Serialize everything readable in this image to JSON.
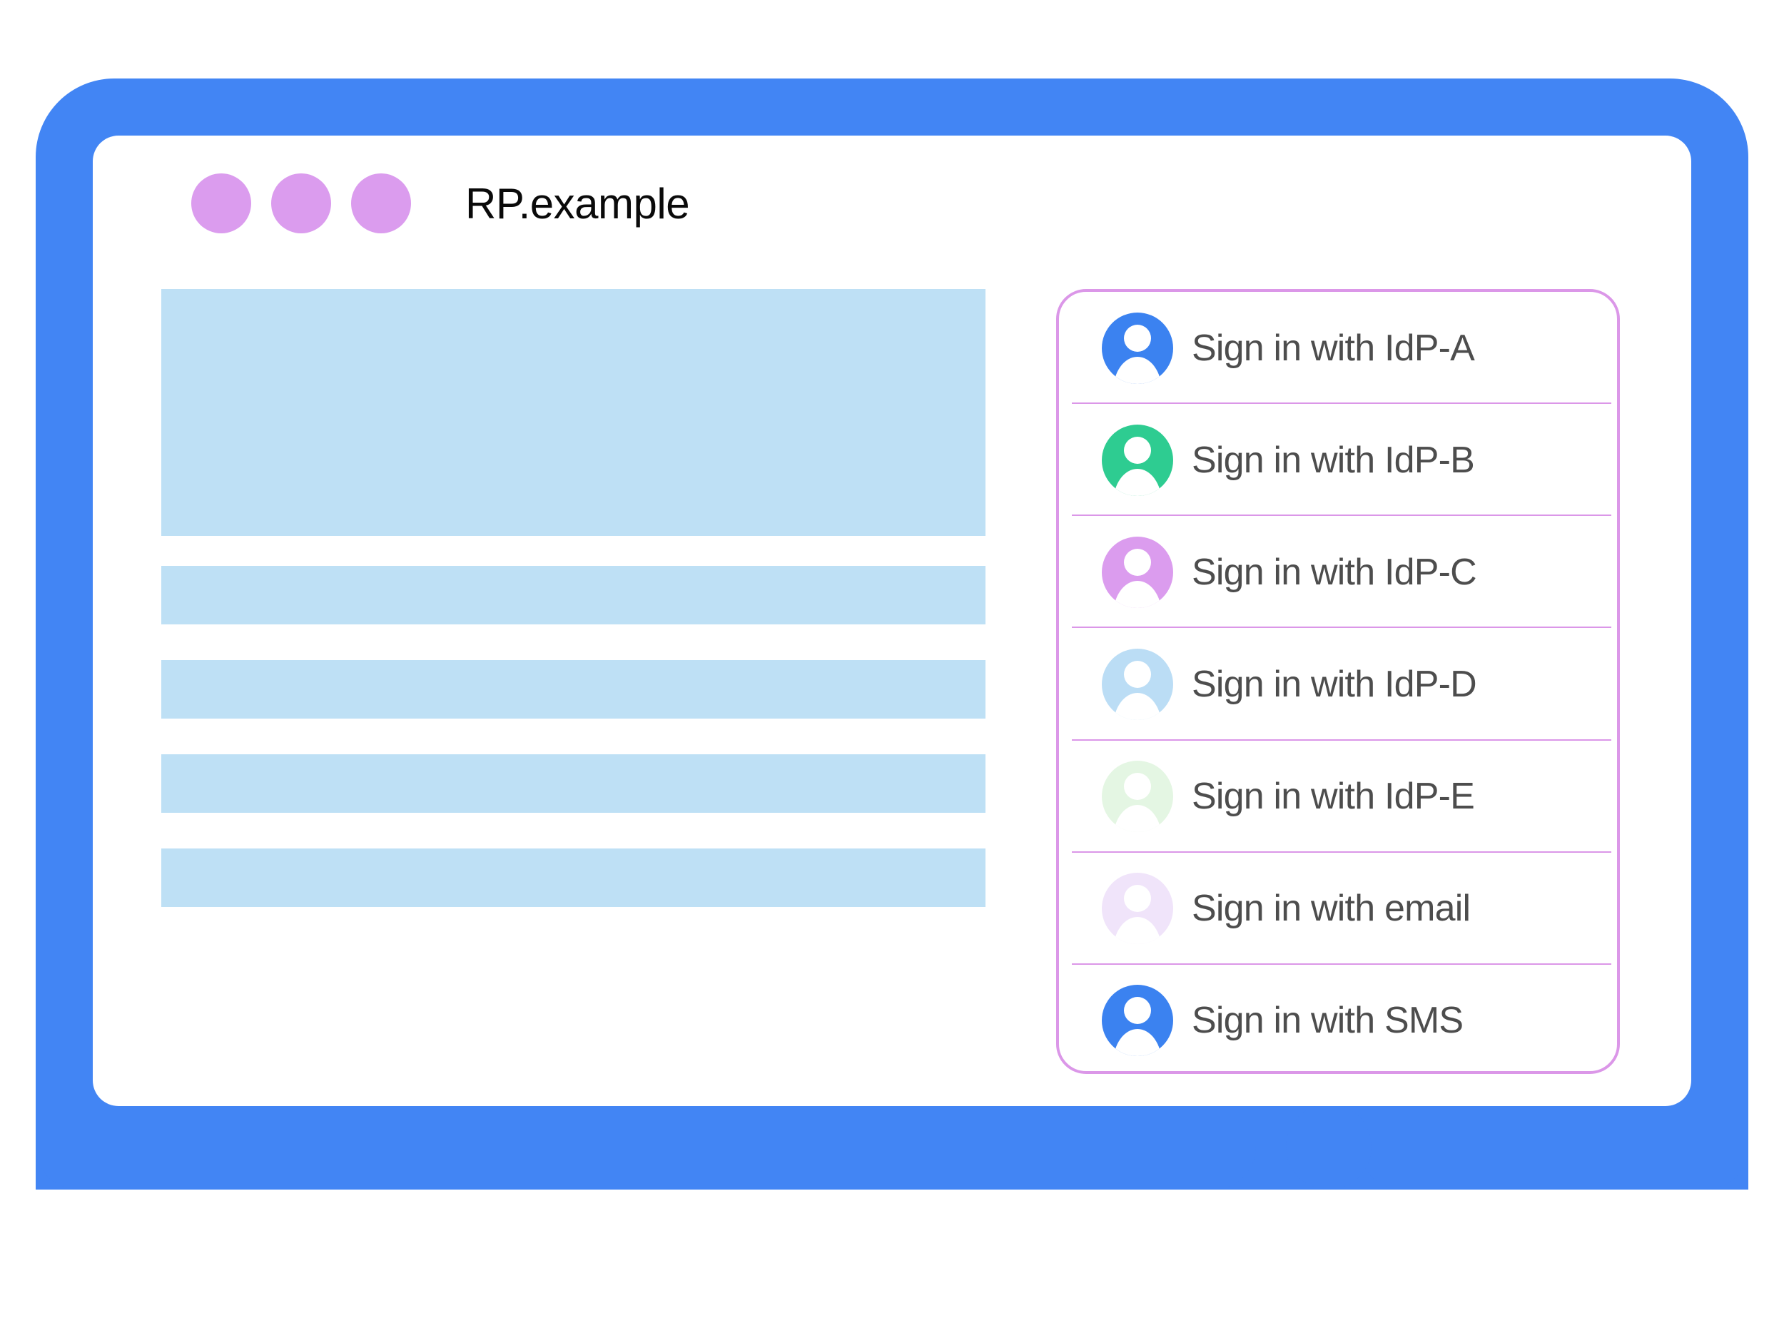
{
  "colors": {
    "brand_blue": "#4285F4",
    "window_dot_purple": "#DB9CEE",
    "card_border_purple": "#DB97E8",
    "placeholder_blue": "#BEE0F5",
    "label_gray": "#4D4D4D"
  },
  "window": {
    "title": "RP.example",
    "dots": [
      {
        "name": "window-dot-1"
      },
      {
        "name": "window-dot-2"
      },
      {
        "name": "window-dot-3"
      }
    ]
  },
  "content": {
    "placeholders": [
      {
        "kind": "hero"
      },
      {
        "kind": "bar"
      },
      {
        "kind": "bar"
      },
      {
        "kind": "bar"
      },
      {
        "kind": "bar"
      }
    ]
  },
  "signin_card": {
    "rows": [
      {
        "label": "Sign in with IdP-A",
        "avatar_color": "#3B82F0",
        "icon": "person-avatar-icon"
      },
      {
        "label": "Sign in with IdP-B",
        "avatar_color": "#2ECC91",
        "icon": "person-avatar-icon"
      },
      {
        "label": "Sign in with IdP-C",
        "avatar_color": "#DB9CEE",
        "icon": "person-avatar-icon"
      },
      {
        "label": "Sign in with IdP-D",
        "avatar_color": "#BBDDF5",
        "icon": "person-avatar-icon"
      },
      {
        "label": "Sign in with IdP-E",
        "avatar_color": "#E4F6E3",
        "icon": "person-avatar-icon"
      },
      {
        "label": "Sign in with email",
        "avatar_color": "#F0E4FA",
        "icon": "person-avatar-icon"
      },
      {
        "label": "Sign in with SMS",
        "avatar_color": "#3B82F0",
        "icon": "person-avatar-icon"
      }
    ]
  },
  "device": {
    "home_button": "home-button"
  }
}
